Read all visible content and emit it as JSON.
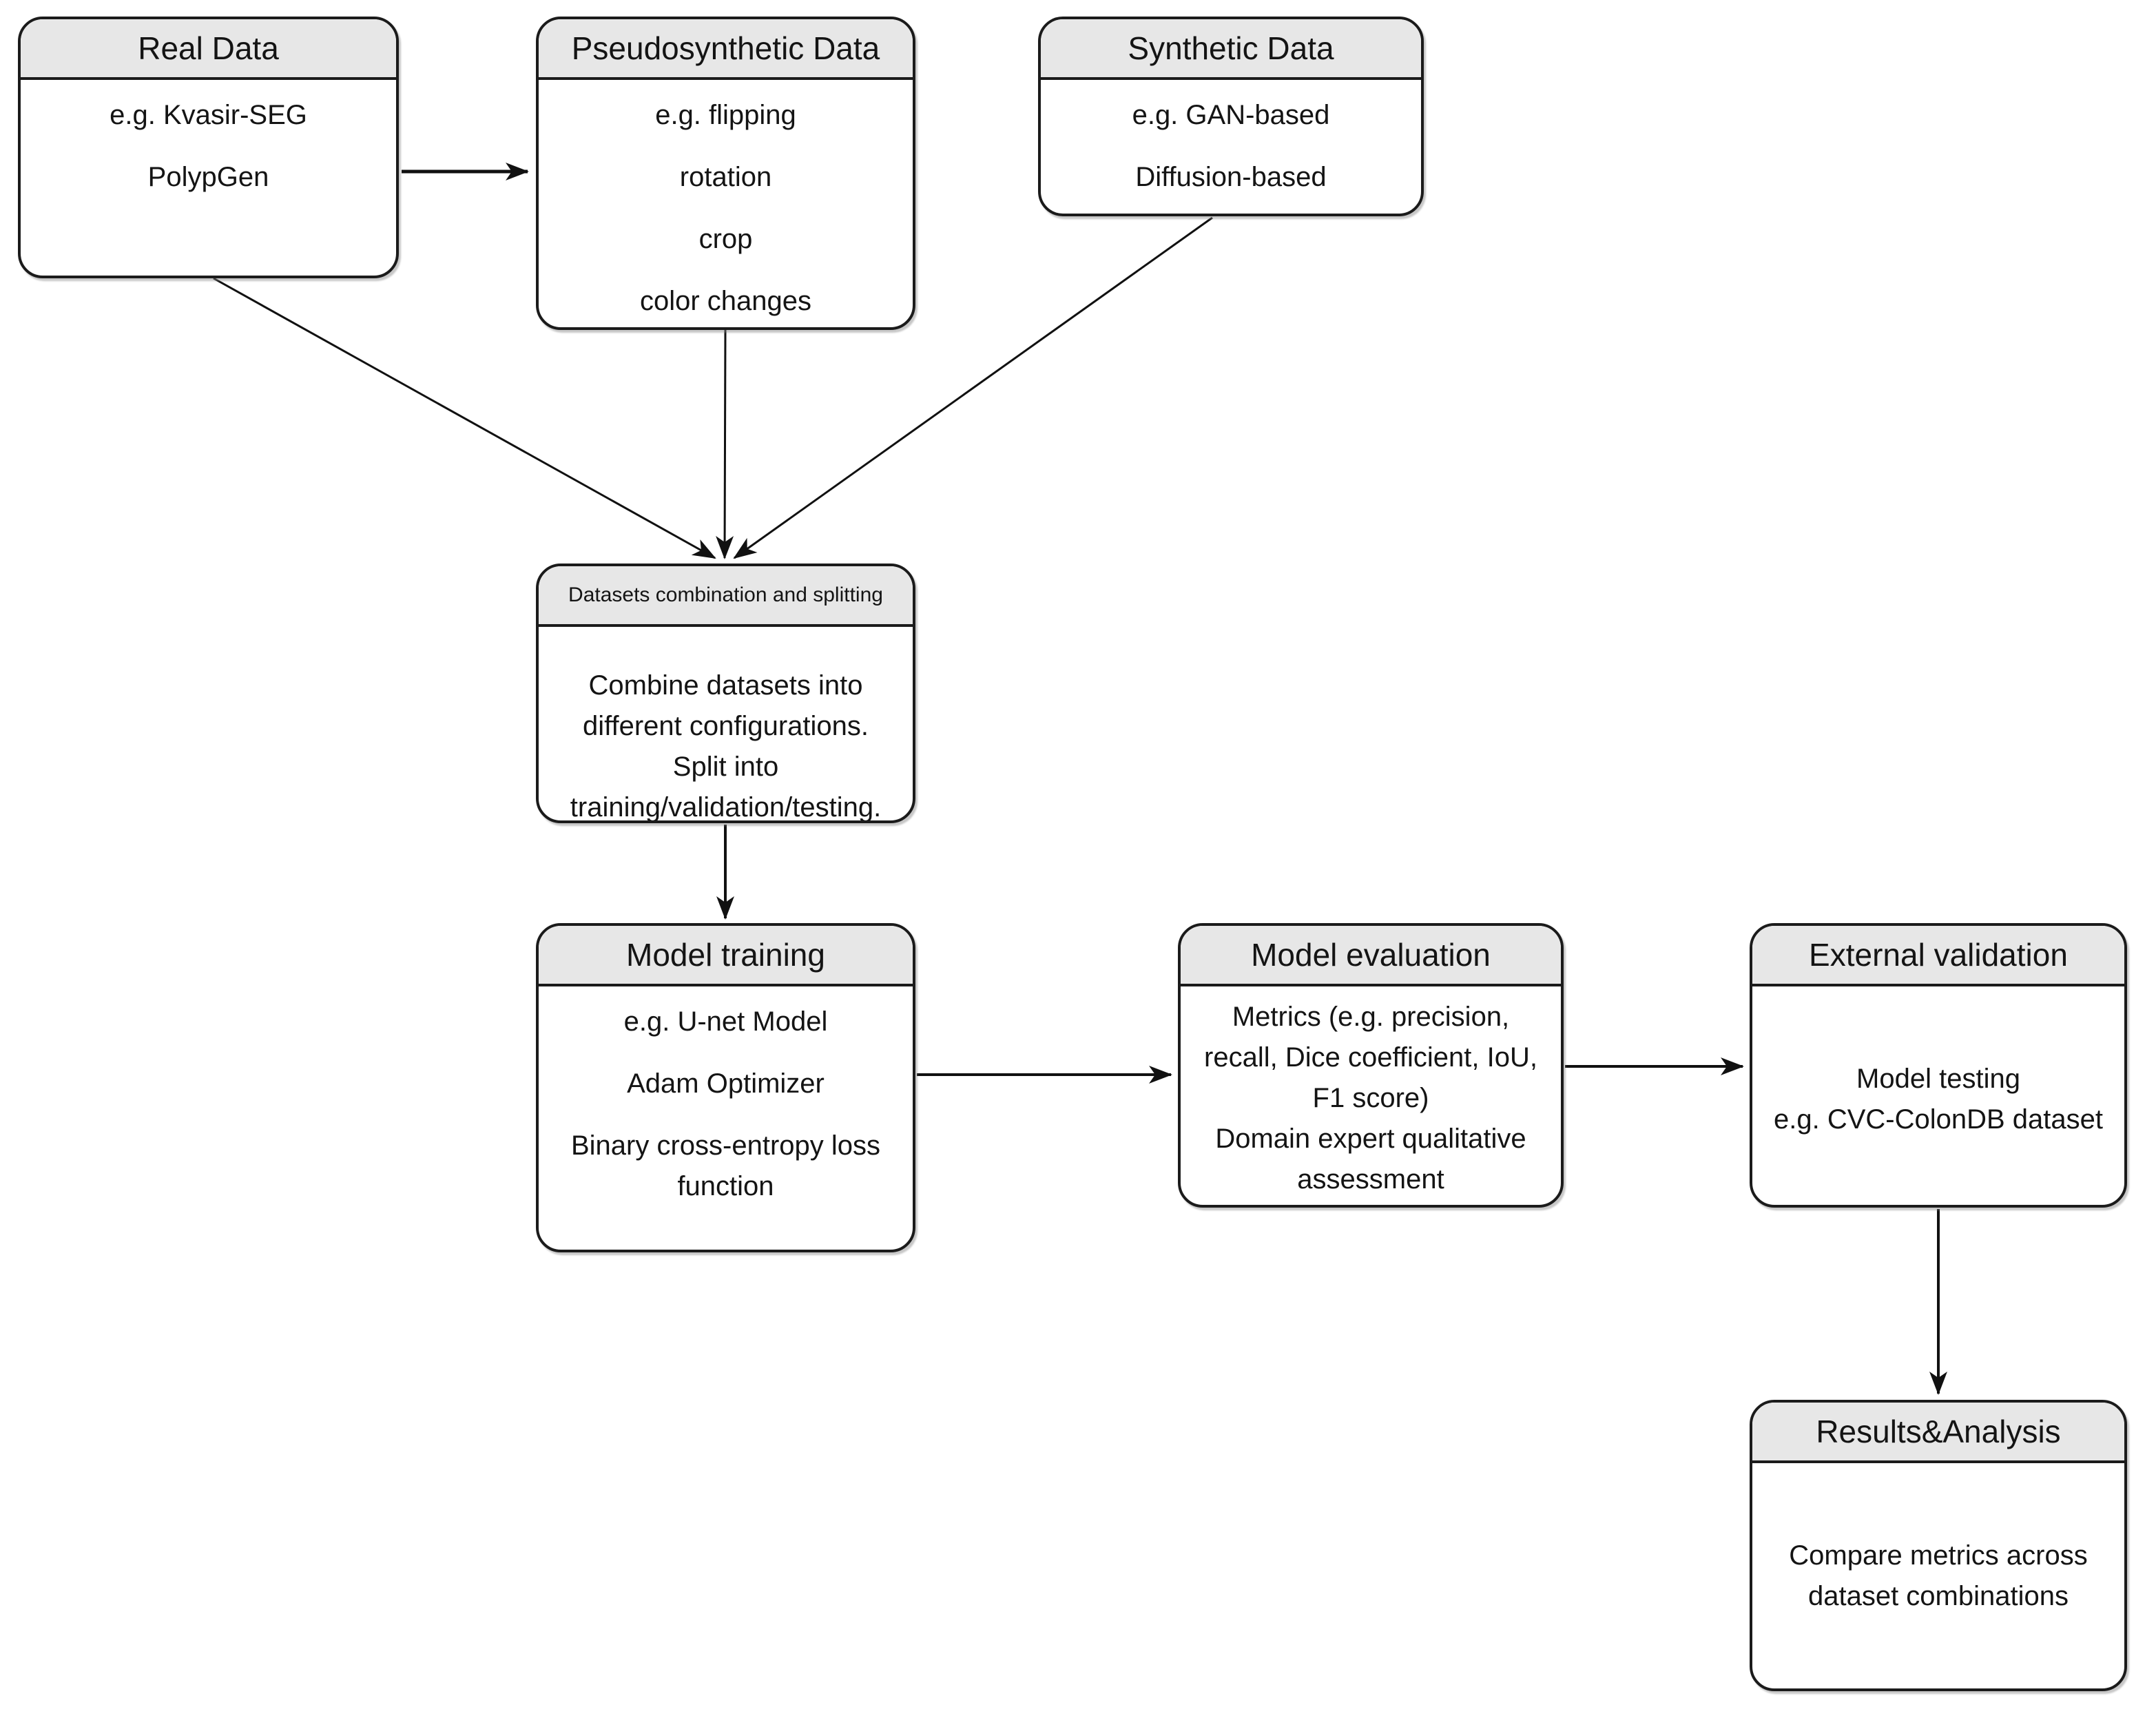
{
  "diagram": {
    "colors": {
      "header_fill": "#e7e7e7",
      "body_fill": "#ffffff",
      "border": "#1b1b1b",
      "text": "#141414"
    },
    "nodes": {
      "real": {
        "title": "Real Data",
        "lines": [
          "e.g. Kvasir-SEG",
          "PolypGen"
        ]
      },
      "pseudo": {
        "title": "Pseudosynthetic Data",
        "lines": [
          "e.g. flipping",
          "rotation",
          "crop",
          "color changes"
        ]
      },
      "synthetic": {
        "title": "Synthetic Data",
        "lines": [
          "e.g. GAN-based",
          "Diffusion-based"
        ]
      },
      "datasets": {
        "title": "Datasets combination and splitting",
        "lines": [
          "Combine datasets into",
          "different configurations.",
          "Split into",
          "training/validation/testing."
        ]
      },
      "training": {
        "title": "Model training",
        "lines": [
          "e.g. U-net Model",
          "Adam Optimizer",
          "Binary cross-entropy loss function"
        ]
      },
      "evaluation": {
        "title": "Model evaluation",
        "lines": [
          "Metrics (e.g. precision,",
          "recall, Dice coefficient, IoU,",
          "F1 score)",
          "Domain expert qualitative",
          "assessment"
        ]
      },
      "external": {
        "title": "External validation",
        "lines": [
          "Model testing",
          "e.g. CVC-ColonDB dataset"
        ]
      },
      "results": {
        "title": "Results&Analysis",
        "lines": [
          "Compare metrics across",
          "dataset combinations"
        ]
      }
    },
    "edges": [
      {
        "from": "Real Data",
        "to": "Pseudosynthetic Data"
      },
      {
        "from": "Real Data",
        "to": "Datasets combination and splitting"
      },
      {
        "from": "Pseudosynthetic Data",
        "to": "Datasets combination and splitting"
      },
      {
        "from": "Synthetic Data",
        "to": "Datasets combination and splitting"
      },
      {
        "from": "Datasets combination and splitting",
        "to": "Model training"
      },
      {
        "from": "Model training",
        "to": "Model evaluation"
      },
      {
        "from": "Model evaluation",
        "to": "External validation"
      },
      {
        "from": "External validation",
        "to": "Results&Analysis"
      }
    ]
  }
}
